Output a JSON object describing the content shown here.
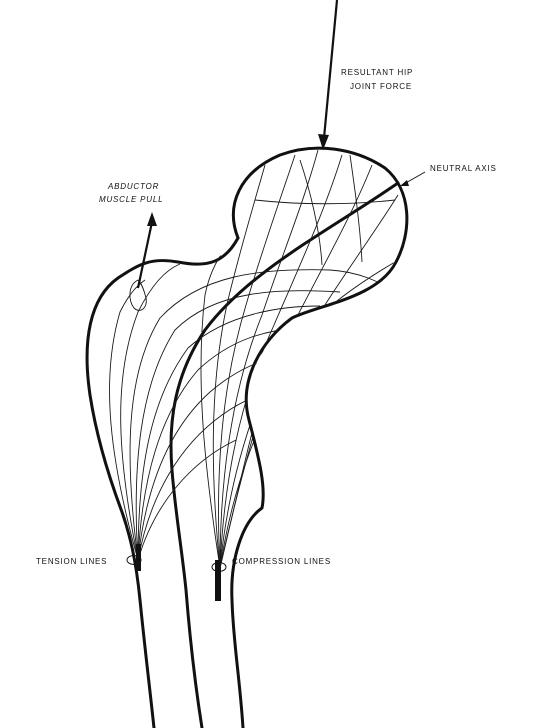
{
  "labels": {
    "resultant_line1": "RESULTANT HIP",
    "resultant_line2": "JOINT FORCE",
    "neutral_axis": "NEUTRAL AXIS",
    "abductor_line1": "ABDUCTOR",
    "abductor_line2": "MUSCLE PULL",
    "tension_lines": "TENSION LINES",
    "compression_lines": "COMPRESSION LINES"
  },
  "colors": {
    "ink": "#111111",
    "background": "#ffffff"
  }
}
